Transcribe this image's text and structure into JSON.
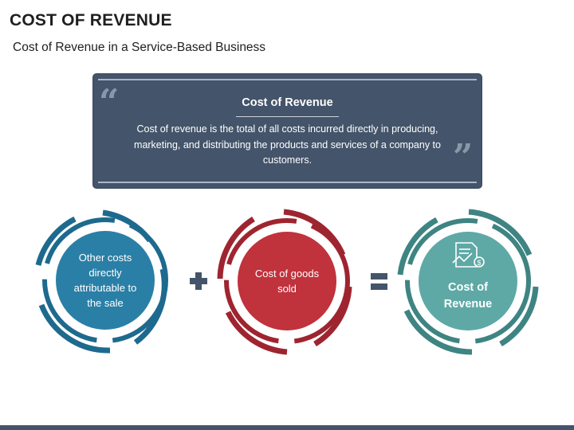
{
  "title": "COST OF REVENUE",
  "subtitle": "Cost of Revenue in a Service-Based Business",
  "definition": {
    "heading": "Cost of Revenue",
    "text": "Cost of revenue is the total of all costs incurred directly in producing, marketing, and distributing the products and services of a company to customers.",
    "open_quote": "“",
    "close_quote": "”"
  },
  "equation": {
    "nodes": [
      {
        "label": "Other costs directly attributable to the sale",
        "color": "#2a7fa6",
        "ring_color": "#1d6a8e"
      },
      {
        "label": "Cost of goods sold",
        "color": "#c0323c",
        "ring_color": "#9e2530"
      },
      {
        "label": "Cost of Revenue",
        "color": "#5ea9a6",
        "ring_color": "#3e8482",
        "icon": "cost-report-icon"
      }
    ],
    "operators": [
      "+",
      "="
    ],
    "operator_color": "#44546a"
  },
  "colors": {
    "accent_dark": "#44546a",
    "bottom_bar": "#44546a"
  }
}
